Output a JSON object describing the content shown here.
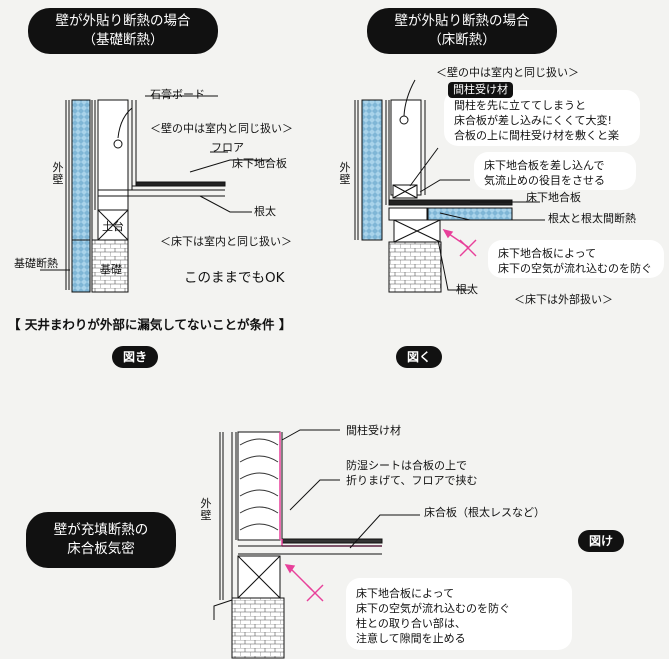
{
  "titles": {
    "tl": [
      "壁が外貼り断熱の場合",
      "（基礎断熱）"
    ],
    "tr": [
      "壁が外貼り断熱の場合",
      "（床断熱）"
    ],
    "bl": [
      "壁が充填断熱の",
      "床合板気密"
    ]
  },
  "fig_ki": {
    "plasterboard": "石膏ボード",
    "wall_inside": "＜壁の中は室内と同じ扱い＞",
    "floor": "フロア",
    "subfloor": "床下地合板",
    "exterior_wall": "外壁",
    "joist": "根太",
    "sill": "土台",
    "underfloor_indoor": "＜床下は室内と同じ扱い＞",
    "foundation_insulation": "基礎断熱",
    "foundation": "基礎",
    "ok": "このままでもOK",
    "condition": "【 天井まわりが外部に漏気してないことが条件 】",
    "label": "図き"
  },
  "fig_ku": {
    "wall_inside": "＜壁の中は室内と同じ扱い＞",
    "tag": "間柱受け材",
    "note1": [
      "間柱を先に立ててしまうと",
      "床合板が差し込みにくくて大変!",
      "合板の上に間柱受け材を敷くと楽"
    ],
    "exterior_wall": "外壁",
    "note2": [
      "床下地合板を差し込んで",
      "気流止めの役目をさせる"
    ],
    "subfloor": "床下地合板",
    "joist_between": "根太と根太間断熱",
    "note3": [
      "床下地合板によって",
      "床下の空気が流れ込むのを防ぐ"
    ],
    "joist": "根太",
    "underfloor_outdoor": "＜床下は外部扱い＞",
    "label": "図く"
  },
  "fig_ke": {
    "stud_support": "間柱受け材",
    "moisture": [
      "防湿シートは合板の上で",
      "折りまげて、フロアで挟む"
    ],
    "exterior_wall": "外壁",
    "plywood": "床合板（根太レスなど）",
    "note": [
      "床下地合板によって",
      "床下の空気が流れ込むのを防ぐ",
      "柱との取り合い部は、",
      "注意して隙間を止める"
    ],
    "label": "図け"
  },
  "colors": {
    "accent": "#e8409a",
    "insulation": "#a9d3ea",
    "dark": "#111111"
  }
}
